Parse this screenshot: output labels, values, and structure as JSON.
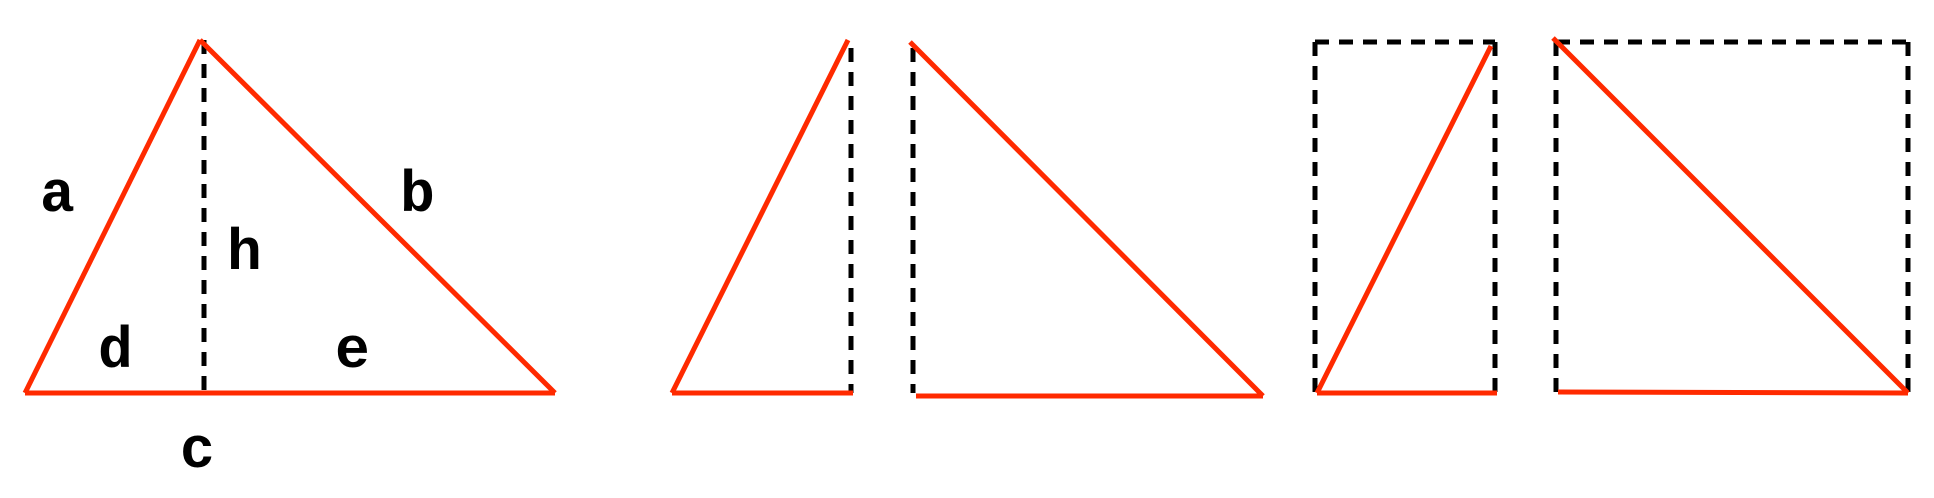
{
  "diagram": {
    "labels": {
      "a": "a",
      "b": "b",
      "c": "c",
      "d": "d",
      "e": "e",
      "h": "h"
    },
    "colors": {
      "solid_edge": "#ff2a00",
      "dashed_edge": "#000000",
      "background": "#ffffff"
    },
    "panels": [
      {
        "id": "original-triangle",
        "description_shape": "triangle with altitude"
      },
      {
        "id": "left-right-triangle",
        "description_shape": "right triangle"
      },
      {
        "id": "right-right-triangle",
        "description_shape": "right triangle"
      },
      {
        "id": "left-triangle-in-rectangle",
        "description_shape": "triangle inside rectangle"
      },
      {
        "id": "right-triangle-in-rectangle",
        "description_shape": "triangle inside rectangle"
      }
    ]
  }
}
